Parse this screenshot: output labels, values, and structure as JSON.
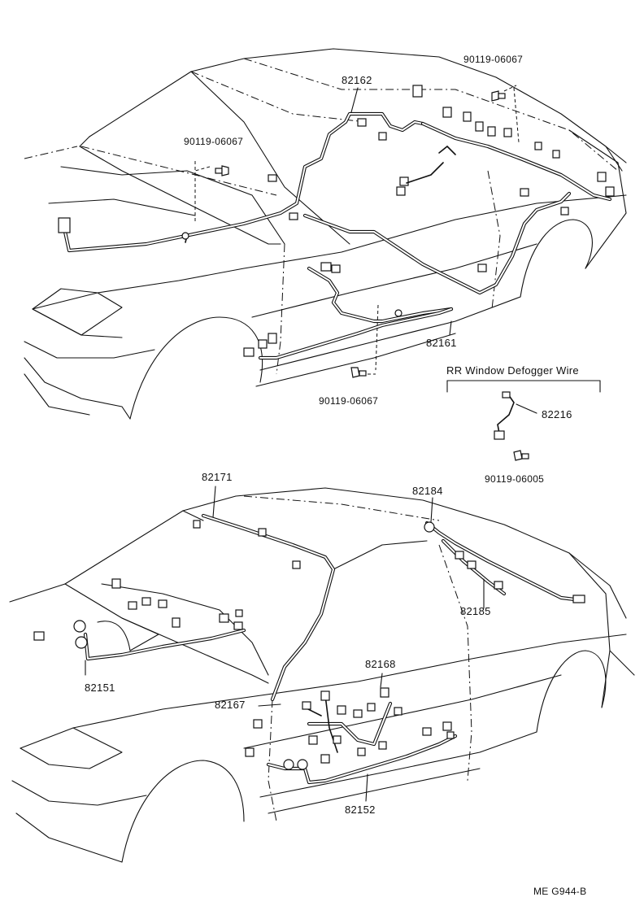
{
  "labels": {
    "p82162": "82162",
    "bolt_top_right": "90119-06067",
    "bolt_top_left": "90119-06067",
    "p82161": "82161",
    "bolt_bottom": "90119-06067",
    "defogger_title": "RR Window Defogger Wire",
    "p82216": "82216",
    "bolt_defogger": "90119-06005",
    "p82171": "82171",
    "p82184": "82184",
    "p82185": "82185",
    "p82151": "82151",
    "p82168": "82168",
    "p82167": "82167",
    "p82152": "82152",
    "footer_code": "ME  G944-B"
  }
}
